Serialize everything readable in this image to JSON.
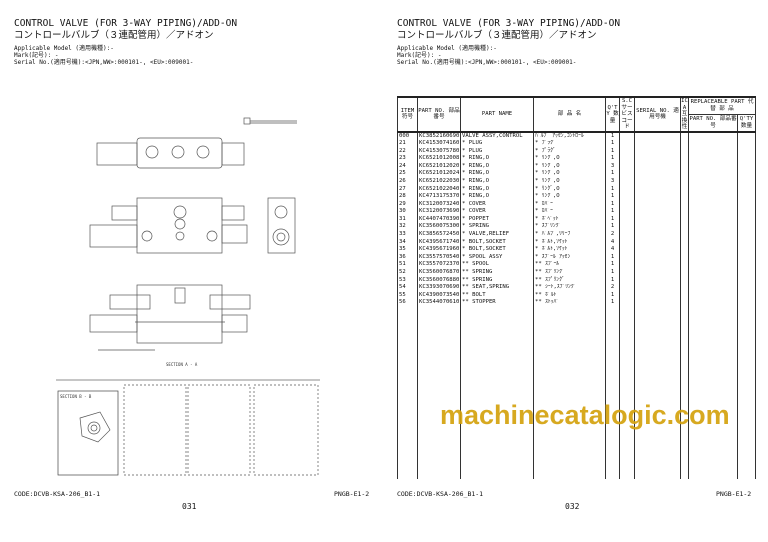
{
  "title_en": "CONTROL VALVE (FOR 3-WAY PIPING)/ADD-ON",
  "title_ja": "コントロールバルブ（３連配管用）／アドオン",
  "applicable_model": "Applicable Model (適用機種):-",
  "mark": "Mark(記号): -",
  "serial": "Serial No.(適用号機):<JPN,WW>:000101-, <EU>:009001-",
  "footer": {
    "code_left": "CODE:DCVB-KSA-206_B1-1",
    "ref_left": "PNGB-E1-2",
    "page_left": "031",
    "code_right": "CODE:DCVB-KSA-206_B1-1",
    "ref_right": "PNGB-E1-2",
    "page_right": "032"
  },
  "watermark": "machinecatalogic.com",
  "diagram": {
    "section_aa": "SECTION A - A",
    "section_bb": "SECTION B - B"
  },
  "table": {
    "headers": {
      "item": "ITEM 符号",
      "part_no": "PART NO. 部品番号",
      "part_name": "PART NAME",
      "name_ja": "部 品 名",
      "qty": "Q'TY 数量",
      "sc": "S.C サービスコード",
      "serial": "SERIAL NO. 適用号機",
      "ica": "ICA 互換性",
      "replaceable": "REPLACEABLE PART 代 替 部 品",
      "rep_part_no": "PART NO. 部品番号",
      "rep_qty": "Q'TY 数量"
    },
    "rows": [
      [
        "000",
        "KC3852160690",
        "VALVE ASSY,CONTROL",
        "ﾊﾞﾙﾌﾞ ｱｯｾﾝ,ｺﾝﾄﾛｰﾙ",
        "1"
      ],
      [
        "21",
        "KC4153074160",
        "* PLUG",
        "* ﾌﾟﾗｸﾞ",
        "1"
      ],
      [
        "22",
        "KC4153075780",
        "* PLUG",
        "* ﾌﾟﾗｸﾞ",
        "1"
      ],
      [
        "23",
        "KC6521012008",
        "* RING,O",
        "* ﾘﾝｸﾞ,O",
        "1"
      ],
      [
        "24",
        "KC6521012020",
        "* RING,O",
        "* ﾘﾝｸﾞ,O",
        "3"
      ],
      [
        "25",
        "KC6521012024",
        "* RING,O",
        "* ﾘﾝｸﾞ,O",
        "1"
      ],
      [
        "26",
        "KC6521022030",
        "* RING,O",
        "* ﾘﾝｸﾞ,O",
        "3"
      ],
      [
        "27",
        "KC6521022040",
        "* RING,O",
        "* ﾘﾝｸﾞ,O",
        "1"
      ],
      [
        "28",
        "KC4713175370",
        "* RING,O",
        "* ﾘﾝｸﾞ,O",
        "1"
      ],
      [
        "29",
        "KC3120073240",
        "* COVER",
        "* ｶﾊﾞｰ",
        "1"
      ],
      [
        "30",
        "KC3120073690",
        "* COVER",
        "* ｶﾊﾞｰ",
        "1"
      ],
      [
        "31",
        "KC4407470390",
        "* POPPET",
        "* ﾎﾟﾍﾟｯﾄ",
        "1"
      ],
      [
        "32",
        "KC3560075300",
        "* SPRING",
        "* ｽﾌﾟﾘﾝｸﾞ",
        "1"
      ],
      [
        "33",
        "KC3856572450",
        "* VALVE,RELIEF",
        "* ﾊﾞﾙﾌﾞ,ﾘﾘｰﾌ",
        "2"
      ],
      [
        "34",
        "KC4395671740",
        "* BOLT,SOCKET",
        "* ﾎﾞﾙﾄ,ｿｹｯﾄ",
        "4"
      ],
      [
        "35",
        "KC4395671960",
        "* BOLT,SOCKET",
        "* ﾎﾞﾙﾄ,ｿｹｯﾄ",
        "4"
      ],
      [
        "36",
        "KC3557570540",
        "* SPOOL ASSY",
        "* ｽﾌﾟｰﾙ ｱｯｾﾝ",
        "1"
      ],
      [
        "51",
        "KC3557072370",
        "** SPOOL",
        "** ｽﾌﾟｰﾙ",
        "1"
      ],
      [
        "52",
        "KC3560076870",
        "** SPRING",
        "** ｽﾌﾟﾘﾝｸﾞ",
        "1"
      ],
      [
        "53",
        "KC3560076880",
        "** SPRING",
        "** ｽﾌﾟﾘﾝｸﾞ",
        "1"
      ],
      [
        "54",
        "KC3393070690",
        "** SEAT,SPRING",
        "** ｼｰﾄ,ｽﾌﾟﾘﾝｸﾞ",
        "2"
      ],
      [
        "55",
        "KC4390073540",
        "** BOLT",
        "** ﾎﾞﾙﾄ",
        "1"
      ],
      [
        "56",
        "KC3544070610",
        "** STOPPER",
        "** ｽﾄｯﾊﾟ",
        "1"
      ]
    ]
  }
}
